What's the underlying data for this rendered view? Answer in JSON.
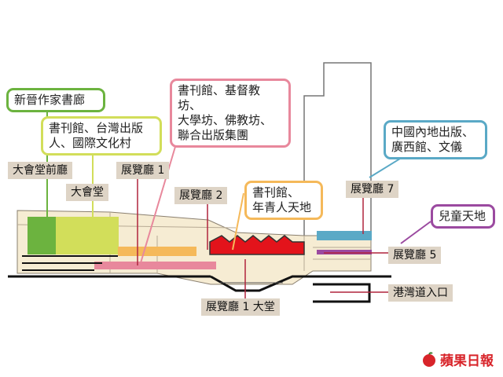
{
  "callouts": {
    "xinjin": "新晉作家書廊",
    "hall_lobby": "書刊館、台灣出版\n人、國際文化村",
    "hall1": "書刊館、基督教坊、\n大學坊、佛教坊、\n聯合出版集團",
    "hall2": "書刊館、\n年青人天地",
    "hall7": "中國內地出版、\n廣西館、文儀",
    "hall5": "兒童天地"
  },
  "labels": {
    "grand_hall_foyer": "大會堂前廳",
    "grand_hall": "大會堂",
    "exhibition_hall_1": "展覽廳 1",
    "exhibition_hall_2": "展覽廳 2",
    "exhibition_hall_7": "展覽廳 7",
    "exhibition_hall_5": "展覽廳 5",
    "exhibition_hall_1_lobby": "展覽廳 1 大堂",
    "harbour_road_entrance": "港灣道入口"
  },
  "logo": {
    "text": "蘋果日報"
  },
  "colors": {
    "green": "#6cb33f",
    "lime": "#d2de5a",
    "pink": "#e8889c",
    "orange": "#f5b95a",
    "red": "#e3131b",
    "blue": "#5aa9c6",
    "purple": "#9b4aa0",
    "beige": "#f6ecd3"
  }
}
